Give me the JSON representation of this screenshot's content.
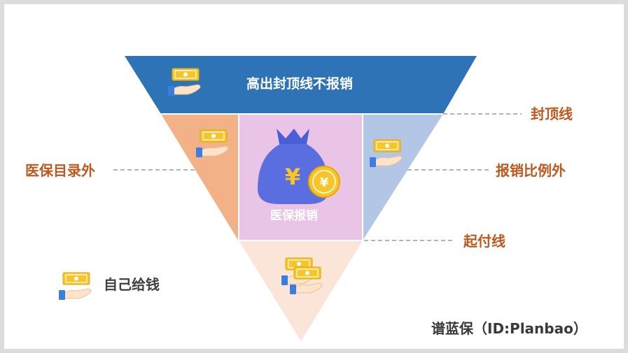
{
  "zones": {
    "top_text": "高出封顶线不报销",
    "center_text": "医保报销"
  },
  "labels": {
    "cap_line": "封顶线",
    "outside_catalog": "医保目录外",
    "outside_ratio": "报销比例外",
    "deductible_line": "起付线",
    "self_pay": "自己给钱"
  },
  "icons": {
    "money_hand": "money-hand-icon",
    "money_bag": "money-bag-icon",
    "yuan": "¥"
  },
  "brand": "谱蓝保（ID:Planbao）",
  "colors": {
    "top": "#2f73b7",
    "left": "#f2b186",
    "center": "#eac4e6",
    "right": "#b3c6e6",
    "bottom": "#fbe5d8",
    "label": "#c0581e",
    "bag": "#5a6ee0",
    "coin": "#f7c52a"
  }
}
